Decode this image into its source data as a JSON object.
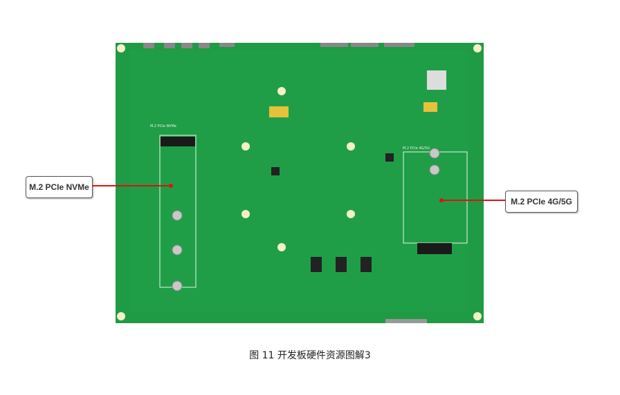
{
  "figure": {
    "caption": "图 11 开发板硬件资源图解3",
    "callouts": [
      {
        "label": "M.2 PCIe NVMe"
      },
      {
        "label": "M.2 PCIe  4G/5G"
      }
    ],
    "board_silkscreen": [
      "M.2 PCIe NVMe",
      "M.2 PCIe 4G/5G"
    ],
    "colors": {
      "board": "#1f9a45",
      "callout_line": "#e01010"
    }
  }
}
